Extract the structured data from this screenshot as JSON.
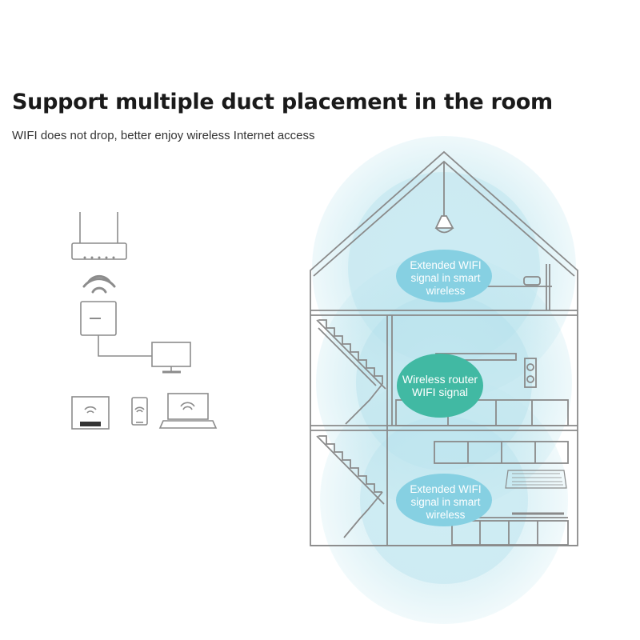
{
  "heading": {
    "title": "Support multiple duct placement in the room",
    "subtitle": "WIFI does not drop, better enjoy wireless Internet access"
  },
  "bubbles": [
    {
      "lines": [
        "Extended WIFI",
        "signal in smart",
        "wireless"
      ]
    },
    {
      "lines": [
        "Wireless router",
        "WIFI signal"
      ]
    },
    {
      "lines": [
        "Extended WIFI",
        "signal in smart",
        "wireless"
      ]
    }
  ],
  "colors": {
    "signal_light": "#bfe6ef",
    "signal_mid": "#a5dbe8",
    "bubble_blue": "#7fcde0",
    "bubble_green": "#3fb8a3",
    "line": "#8c8c8c",
    "text_dark": "#1a1a1a"
  },
  "icons": {
    "router": "router-icon",
    "repeater": "repeater-icon",
    "monitor": "monitor-icon",
    "tablet": "tablet-icon",
    "phone": "phone-icon",
    "laptop": "laptop-icon",
    "wifi": "wifi-icon"
  }
}
